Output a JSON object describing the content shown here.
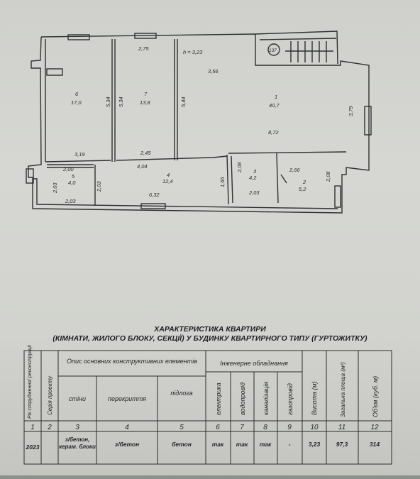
{
  "plan": {
    "height_label": "h = 3,23",
    "stair_mark": "137",
    "rooms": [
      {
        "num": "6",
        "area": "17,0"
      },
      {
        "num": "7",
        "area": "13,8"
      },
      {
        "num": "1",
        "area": "40,7"
      },
      {
        "num": "5",
        "area": "4,0"
      },
      {
        "num": "4",
        "area": "12,4"
      },
      {
        "num": "3",
        "area": "4,2"
      },
      {
        "num": "2",
        "area": "5,2"
      }
    ],
    "dims": {
      "d275": "2,75",
      "d356": "3,56",
      "d534a": "5,34",
      "d534b": "5,34",
      "d544": "5,44",
      "d379": "3,79",
      "d872": "8,72",
      "d319": "3,19",
      "d245": "2,45",
      "d404": "4,04",
      "d200": "2,00",
      "d203a": "2,03",
      "d203b": "2,03",
      "d203c": "2,03",
      "d632": "6,32",
      "d165": "1,65",
      "d208a": "2,08",
      "d203d": "2,03",
      "d266": "2,66",
      "d208b": "2,08"
    }
  },
  "title": {
    "line1": "ХАРАКТЕРИСТИКА КВАРТИРИ",
    "line2": "(КІМНАТИ, ЖИЛОГО БЛОКУ, СЕКЦІЇ) У БУДИНКУ КВАРТИРНОГО ТИПУ (ГУРТОЖИТКУ)"
  },
  "table": {
    "headers": {
      "year": "Рік спорудження/ реконструкції",
      "series": "Серія проекту",
      "structural": "Опис основних конструктивних елементів",
      "walls": "стіни",
      "floors": "перекриття",
      "floor": "підлога",
      "engineering": "Інженерне обладнання",
      "electric": "електрика",
      "water": "водопровід",
      "sewer": "каналізація",
      "gas": "газопровід",
      "height": "Висота (м)",
      "total_area": "Загальна площа (м²)",
      "volume": "Об'єм (куб. м)"
    },
    "col_numbers": [
      "1",
      "2",
      "3",
      "4",
      "5",
      "6",
      "7",
      "8",
      "9",
      "10",
      "11",
      "12"
    ],
    "row": {
      "year": "2023",
      "series": "",
      "walls": "з/бетон, керам. блоки",
      "floors": "з/бетон",
      "floor": "бетон",
      "electric": "так",
      "water": "так",
      "sewer": "так",
      "gas": "-",
      "height": "3,23",
      "total_area": "97,3",
      "volume": "314"
    }
  }
}
